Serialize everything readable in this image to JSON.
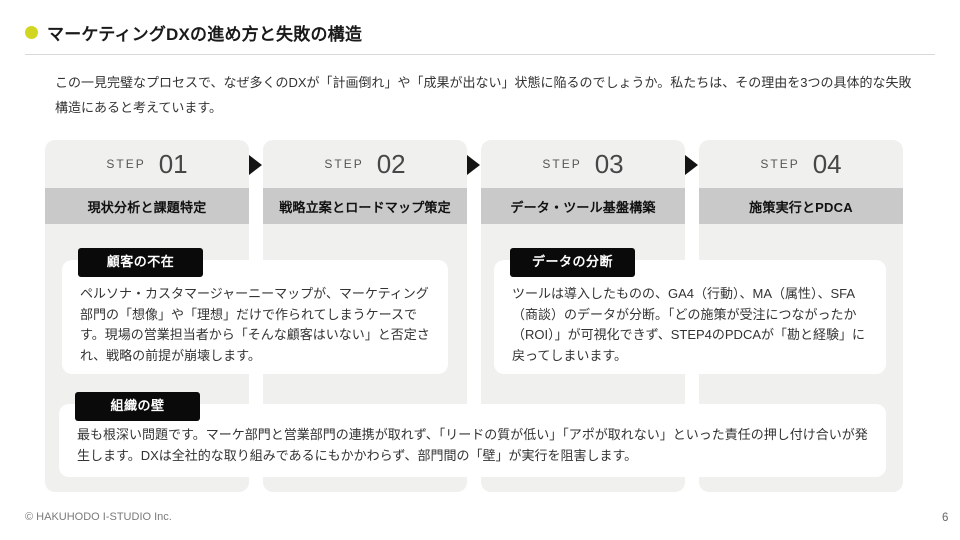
{
  "slide": {
    "title": "マーケティングDXの進め方と失敗の構造",
    "intro": "この一見完璧なプロセスで、なぜ多くのDXが「計画倒れ」や「成果が出ない」状態に陥るのでしょうか。私たちは、その理由を3つの具体的な失敗構造にあると考えています。",
    "footer": "© HAKUHODO I-STUDIO Inc.",
    "page_number": "6"
  },
  "colors": {
    "accent_dot": "#d3d621",
    "column_bg": "#f0f0ef",
    "step_band": "#c9c9c9",
    "label_bg": "#0a0a0a",
    "arrow": "#141414"
  },
  "steps": [
    {
      "label": "STEP",
      "number": "01",
      "name": "現状分析と課題特定"
    },
    {
      "label": "STEP",
      "number": "02",
      "name": "戦略立案とロードマップ策定"
    },
    {
      "label": "STEP",
      "number": "03",
      "name": "データ・ツール基盤構築"
    },
    {
      "label": "STEP",
      "number": "04",
      "name": "施策実行とPDCA"
    }
  ],
  "failures": [
    {
      "tag": "顧客の不在",
      "text": "ペルソナ・カスタマージャーニーマップが、マーケティング部門の「想像」や「理想」だけで作られてしまうケースです。現場の営業担当者から「そんな顧客はいない」と否定され、戦略の前提が崩壊します。"
    },
    {
      "tag": "データの分断",
      "text": "ツールは導入したものの、GA4（行動）、MA（属性）、SFA（商談）のデータが分断。「どの施策が受注につながったか（ROI）」が可視化できず、STEP4のPDCAが「勘と経験」に戻ってしまいます。"
    },
    {
      "tag": "組織の壁",
      "text": "最も根深い問題です。マーケ部門と営業部門の連携が取れず、「リードの質が低い」「アポが取れない」といった責任の押し付け合いが発生します。DXは全社的な取り組みであるにもかかわらず、部門間の「壁」が実行を阻害します。"
    }
  ]
}
